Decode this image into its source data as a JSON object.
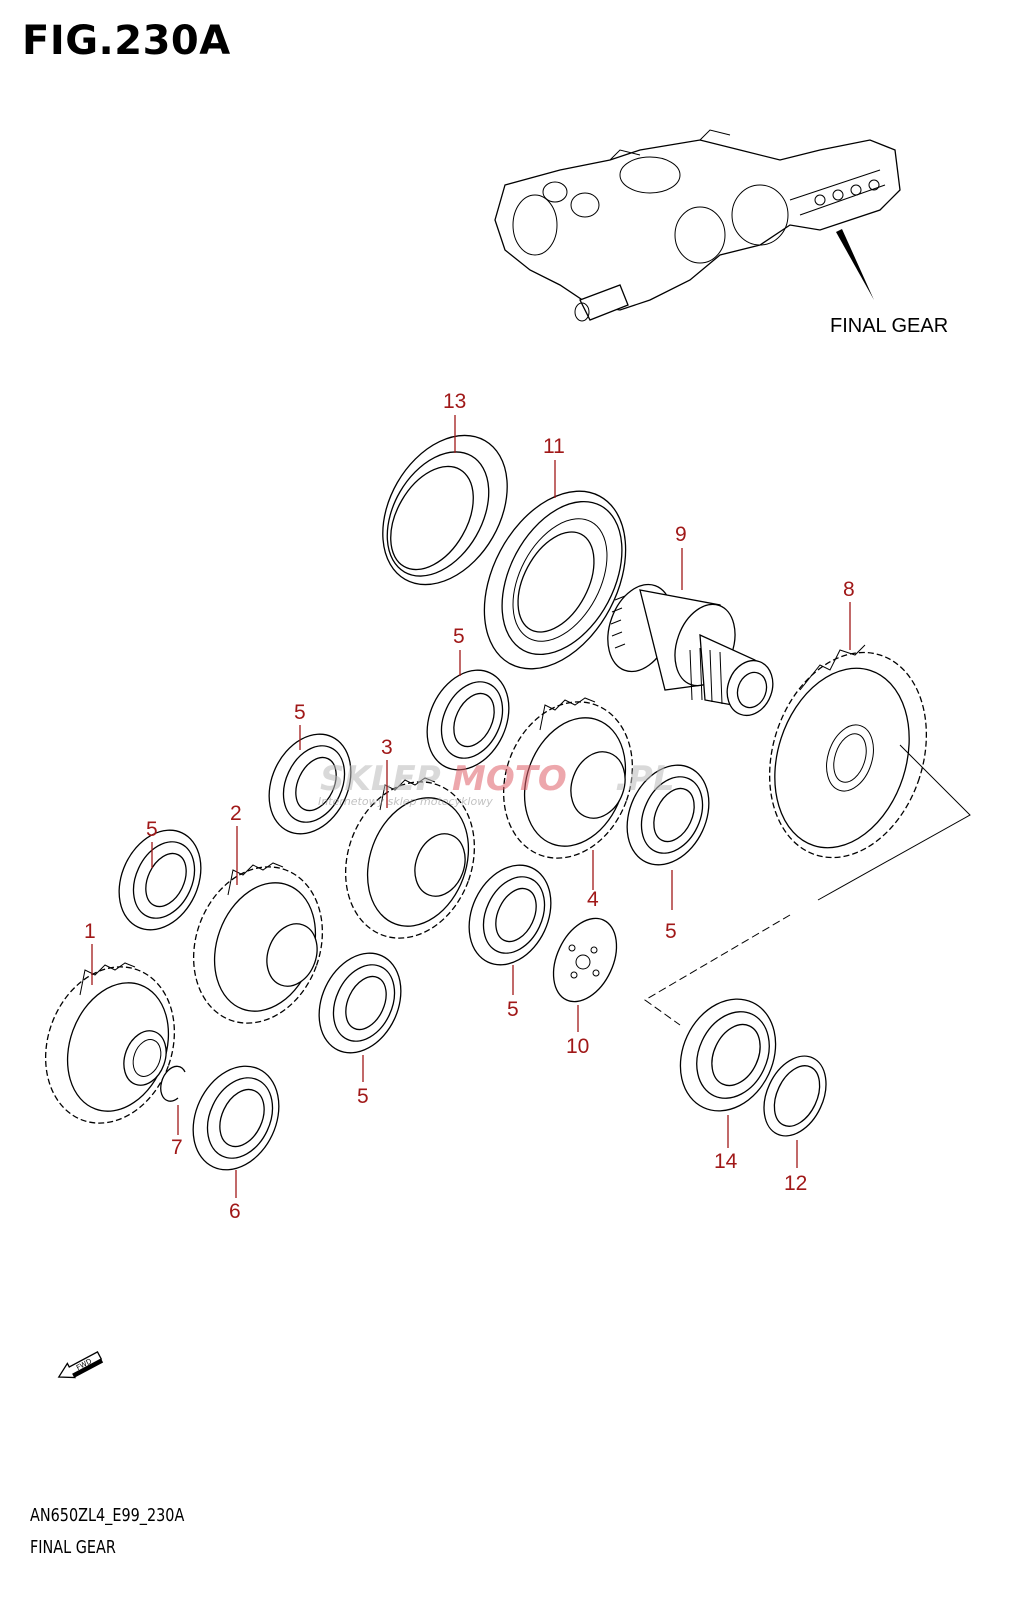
{
  "figure": {
    "title": "FIG.230A",
    "assembly_label": "FINAL GEAR",
    "model_code": "AN650ZL4_E99_230A",
    "page_name": "FINAL GEAR",
    "fwd_label": "FWD"
  },
  "watermark": {
    "text_gray_1": "SKLEP",
    "text_red": "MOTO",
    "text_gray_2": ".PL",
    "subtitle": "Internetowy sklep motocyklowy"
  },
  "callouts": [
    {
      "id": "callout-1",
      "label": "1"
    },
    {
      "id": "callout-2",
      "label": "2"
    },
    {
      "id": "callout-3",
      "label": "3"
    },
    {
      "id": "callout-4",
      "label": "4"
    },
    {
      "id": "callout-5a",
      "label": "5"
    },
    {
      "id": "callout-5b",
      "label": "5"
    },
    {
      "id": "callout-5c",
      "label": "5"
    },
    {
      "id": "callout-5d",
      "label": "5"
    },
    {
      "id": "callout-5e",
      "label": "5"
    },
    {
      "id": "callout-5f",
      "label": "5"
    },
    {
      "id": "callout-6",
      "label": "6"
    },
    {
      "id": "callout-7",
      "label": "7"
    },
    {
      "id": "callout-8",
      "label": "8"
    },
    {
      "id": "callout-9",
      "label": "9"
    },
    {
      "id": "callout-10",
      "label": "10"
    },
    {
      "id": "callout-11",
      "label": "11"
    },
    {
      "id": "callout-12",
      "label": "12"
    },
    {
      "id": "callout-13",
      "label": "13"
    },
    {
      "id": "callout-14",
      "label": "14"
    }
  ],
  "colors": {
    "callout": "#a01818",
    "line": "#000000"
  }
}
